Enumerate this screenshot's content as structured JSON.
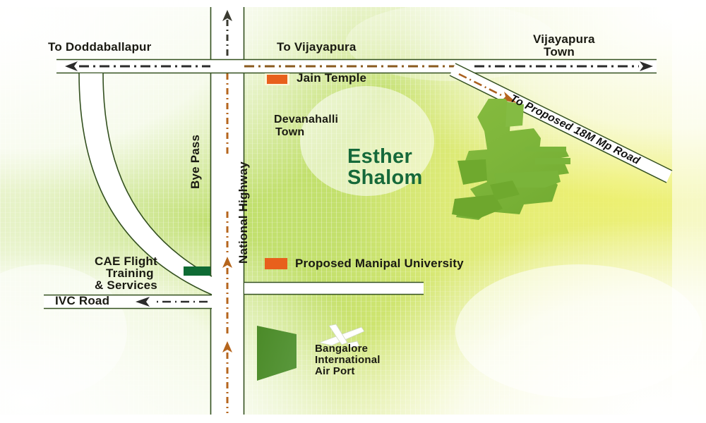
{
  "map": {
    "title": "Esther Shalom Location Map",
    "project": {
      "name_line1": "Esther",
      "name_line2": "Shalom",
      "color": "#16693a"
    },
    "roads": [
      {
        "id": "to-doddaballapur",
        "label": "To Doddaballapur",
        "direction": "west",
        "style": "dash-dot",
        "arrow_color": "#2b2b2b"
      },
      {
        "id": "to-vijayapura",
        "label": "To Vijayapura",
        "direction": "east",
        "style": "dash-dot",
        "arrow_color": "#8a5a1e"
      },
      {
        "id": "vijayapura-town",
        "label": "Vijayapura\nTown",
        "direction": "east",
        "style": "dash-dot",
        "arrow_color": "#2b2b2b"
      },
      {
        "id": "national-highway",
        "label": "National Highway",
        "direction": "north",
        "style": "dash-dot",
        "arrow_color": "#b5651d"
      },
      {
        "id": "bye-pass",
        "label": "Bye Pass",
        "direction": "none",
        "style": "solid",
        "arrow_color": "#2b2b2b"
      },
      {
        "id": "ivc-road",
        "label": "IVC Road",
        "direction": "west",
        "style": "dash-dot",
        "arrow_color": "#2b2b2b"
      },
      {
        "id": "proposed-18m-mp-road",
        "label": "To Proposed 18M Mp Road",
        "direction": "southeast",
        "style": "dash-dot",
        "arrow_color": "#b5651d"
      }
    ],
    "landmarks": [
      {
        "id": "jain-temple",
        "label": "Jain Temple",
        "marker_color": "#e8601c",
        "marker_shape": "rect"
      },
      {
        "id": "devanahalli-town",
        "label": "Devanahalli\nTown",
        "marker_color": null,
        "marker_shape": "none"
      },
      {
        "id": "cae-flight",
        "label": "CAE Flight\nTraining\n& Services",
        "marker_color": "#0e6b34",
        "marker_shape": "rect"
      },
      {
        "id": "manipal-university",
        "label": "Proposed Manipal University",
        "marker_color": "#e8601c",
        "marker_shape": "rect"
      },
      {
        "id": "bangalore-airport",
        "label": "Bangalore\nInternational\nAir Port",
        "marker_color": "#4e8b2b",
        "marker_shape": "trapezoid-plane"
      }
    ],
    "labels": {
      "to_doddaballapur": "To Doddaballapur",
      "to_vijayapura": "To Vijayapura",
      "vijayapura_town_1": "Vijayapura",
      "vijayapura_town_2": "Town",
      "jain_temple": "Jain Temple",
      "devanahalli_1": "Devanahalli",
      "devanahalli_2": "Town",
      "national_highway": "National Highway",
      "bye_pass": "Bye Pass",
      "cae_1": "CAE Flight",
      "cae_2": "Training",
      "cae_3": "& Services",
      "ivc_road": "IVC Road",
      "manipal": "Proposed Manipal University",
      "airport_1": "Bangalore",
      "airport_2": "International",
      "airport_3": "Air Port",
      "proposed_mp_road": "To Proposed 18M Mp Road",
      "esther": "Esther",
      "shalom": "Shalom"
    },
    "colors": {
      "land_light": "#c9e27f",
      "land_mid": "#b6dc63",
      "land_pale": "#e6f2b8",
      "yellow_glow": "#e9ef72",
      "road_fill": "#ffffff",
      "road_edge": "#2f4f1e",
      "parcel_green": "#7ab43a",
      "parcel_dark": "#6aa62f",
      "airport_green": "#4e8b2b",
      "marker_orange": "#e8601c",
      "marker_darkgreen": "#0e6b34",
      "project_text": "#16693a",
      "text": "#1a1a12"
    }
  }
}
